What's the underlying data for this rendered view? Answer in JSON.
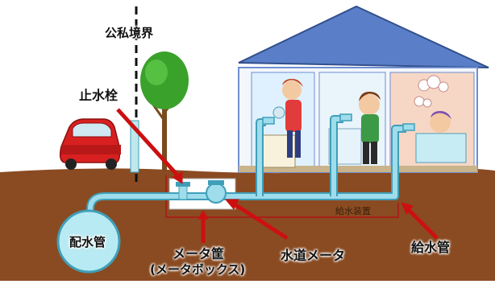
{
  "labels": {
    "boundary": "公私境界",
    "stop_valve": "止水栓",
    "distribution_main": "配水管",
    "meter_pipe": "メータ筐",
    "meter_box": "(メータボックス)",
    "water_meter": "水道メータ",
    "supply_device": "給水装置",
    "supply_pipe": "給水管"
  },
  "colors": {
    "sky": "#ffffff",
    "soil": "#8a4b22",
    "pipe": "#9fdcec",
    "pipe_outline": "#3f9fb8",
    "roof": "#5a7fc8",
    "wall_line": "#6e8fd0",
    "room_left": "#dff1ff",
    "room_mid": "#e9f4fb",
    "room_right": "#f6d7c6",
    "car": "#d82020",
    "tree": "#3aa12b",
    "arrow": "#cc1010",
    "boundary_line": "#b01515"
  },
  "icons": [
    "car-icon",
    "tree-icon",
    "house-icon",
    "woman-icon",
    "boy-icon",
    "bath-person-icon",
    "faucet-icon",
    "valve-icon",
    "meter-icon"
  ]
}
